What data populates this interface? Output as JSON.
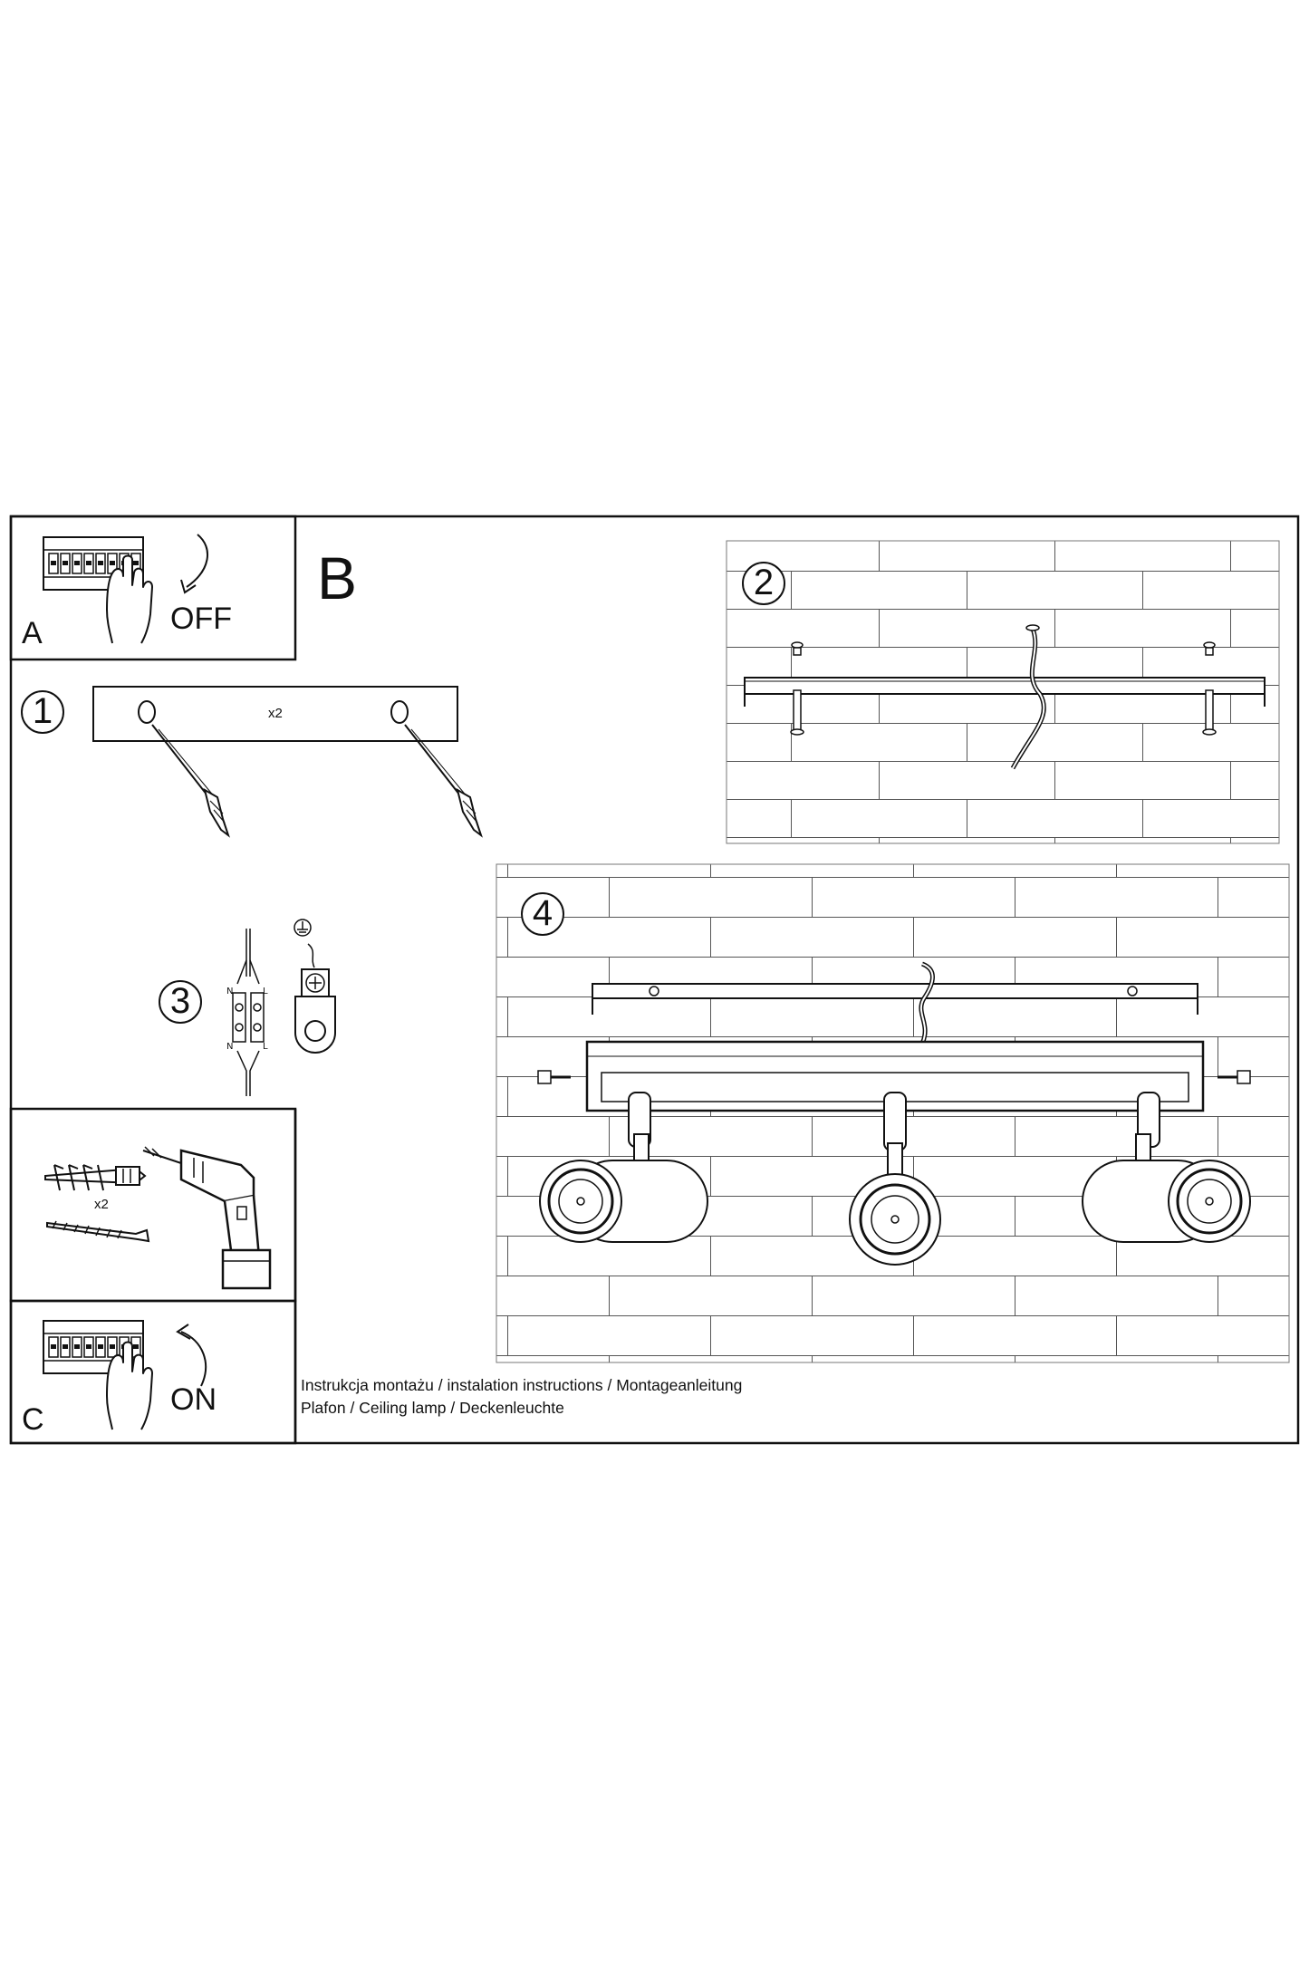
{
  "sections": {
    "switch_off": {
      "letter": "A",
      "label": "OFF"
    },
    "switch_on": {
      "letter": "C",
      "label": "ON"
    },
    "main": {
      "letter": "B"
    }
  },
  "steps": {
    "step1": {
      "number": "1",
      "multiplier": "x2"
    },
    "step2": {
      "number": "2"
    },
    "step3": {
      "number": "3",
      "n_top": "N",
      "l_top": "L",
      "n_bottom": "N",
      "l_bottom": "L"
    },
    "step4": {
      "number": "4"
    }
  },
  "tools": {
    "multiplier": "x2"
  },
  "caption": {
    "line1": "Instrukcja montażu / instalation instructions / Montageanleitung",
    "line2": "Plafon / Ceiling lamp / Deckenleuchte"
  },
  "icons": [
    "breaker-panel-icon",
    "hand-icon",
    "arrow-down-icon",
    "arrow-up-icon",
    "wall-plug-icon",
    "screw-icon",
    "drill-icon",
    "ground-symbol-icon",
    "terminal-block-icon"
  ],
  "colors": {
    "line": "#111111",
    "background": "#ffffff"
  }
}
